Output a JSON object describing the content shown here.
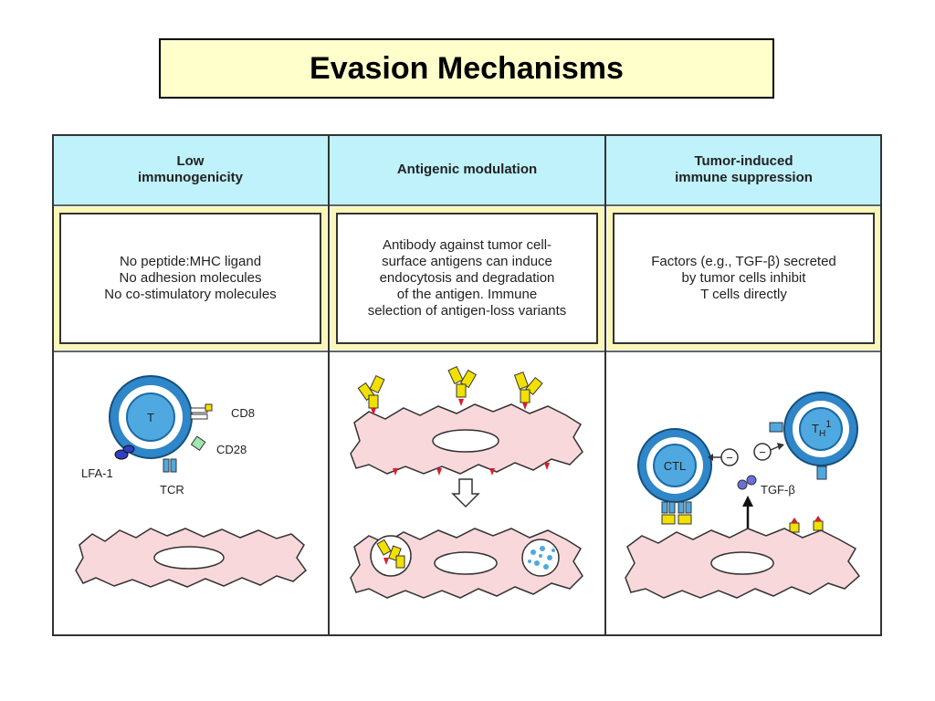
{
  "title": "Evasion Mechanisms",
  "columns": [
    {
      "header": [
        "Low",
        "immunogenicity"
      ],
      "description": [
        "No peptide:MHC ligand",
        "No adhesion molecules",
        "No co-stimulatory molecules"
      ],
      "labels": {
        "t_cell": "T",
        "cd8": "CD8",
        "cd28": "CD28",
        "lfa1": "LFA-1",
        "tcr": "TCR"
      }
    },
    {
      "header": [
        "Antigenic  modulation"
      ],
      "description": [
        "Antibody against  tumor cell-",
        "surface antigens  can induce",
        "endocytosis and degradation",
        "of the antigen. Immune",
        "selection of antigen-loss variants"
      ]
    },
    {
      "header": [
        "Tumor-induced",
        "immune  suppression"
      ],
      "description": [
        "Factors (e.g., TGF-β) secreted",
        "by tumor cells inhibit",
        "T cells directly"
      ],
      "labels": {
        "ctl": "CTL",
        "th": "T",
        "th_sub": "H",
        "th_sup": "1",
        "tgf": "TGF-β",
        "minus": "−"
      }
    }
  ]
}
